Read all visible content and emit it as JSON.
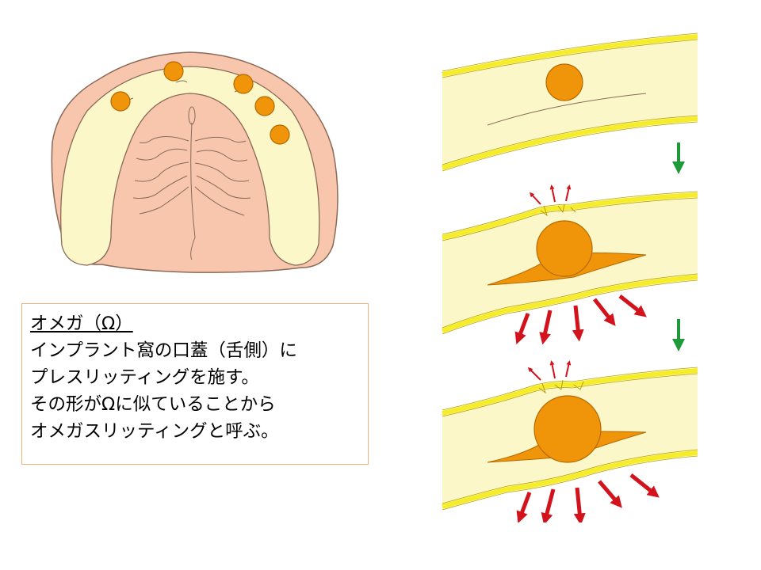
{
  "colors": {
    "gum": "#f7c6ad",
    "gum_outline": "#8a6a58",
    "base": "#fbf7c8",
    "membrane": "#f5ec2a",
    "implant": "#f0940a",
    "implant_outline": "#b46a00",
    "arrow_green": "#1e9a3a",
    "arrow_red": "#d3131c",
    "box_border": "#f2b27c"
  },
  "text_box": {
    "title": "オメガ（Ω）",
    "lines": [
      "インプラント窩の口蓋（舌側）に",
      "プレスリッティングを施す。",
      "その形がΩに似ていることから",
      "オメガスリッティングと呼ぶ。"
    ]
  },
  "diagram": {
    "panels": [
      "before",
      "pressed",
      "expanded"
    ],
    "step_arrows": 2
  }
}
